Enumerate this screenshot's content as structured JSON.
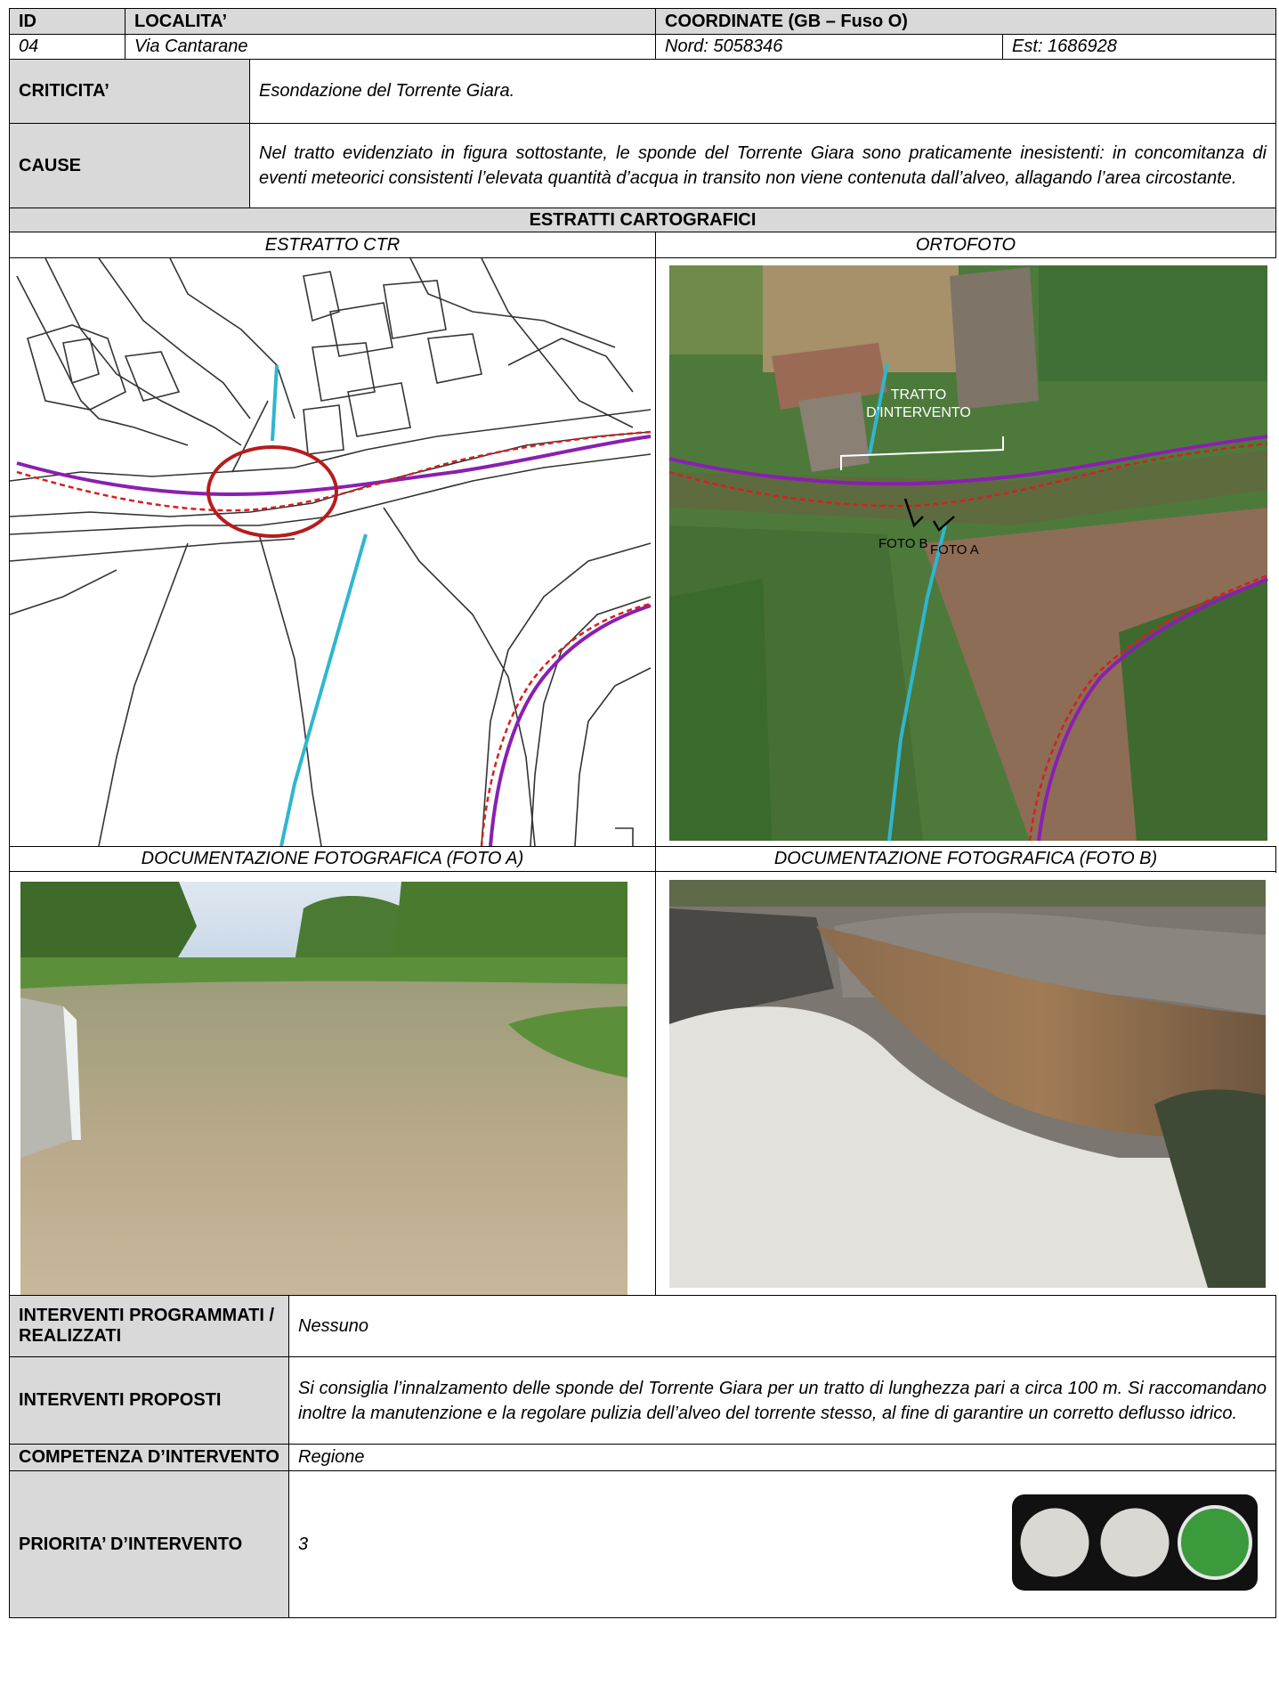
{
  "header": {
    "id_label": "ID",
    "localita_label": "LOCALITA’",
    "coordinate_label": "COORDINATE (GB – Fuso O)",
    "id_value": "04",
    "localita_value": "Via Cantarane",
    "nord_value": "Nord: 5058346",
    "est_value": "Est: 1686928"
  },
  "criticita": {
    "label": "CRITICITA’",
    "value": "Esondazione del Torrente Giara."
  },
  "cause": {
    "label": "CAUSE",
    "value": "Nel tratto evidenziato in figura sottostante, le sponde del Torrente Giara sono praticamente inesistenti: in concomitanza di eventi meteorici consistenti l’elevata quantità d’acqua in transito non viene contenuta dall’alveo, allagando l’area circostante."
  },
  "estratti": {
    "title": "ESTRATTI CARTOGRAFICI",
    "ctr_label": "ESTRATTO CTR",
    "orto_label": "ORTOFOTO",
    "orto_annotations": {
      "tratto_line1": "TRATTO",
      "tratto_line2": "D’INTERVENTO",
      "foto_b": "FOTO B",
      "foto_a": "FOTO A"
    }
  },
  "documentazione": {
    "foto_a_label": "DOCUMENTAZIONE FOTOGRAFICA (FOTO A)",
    "foto_b_label": "DOCUMENTAZIONE FOTOGRAFICA (FOTO B)"
  },
  "interventi": {
    "programmati_label": "INTERVENTI PROGRAMMATI / REALIZZATI",
    "programmati_value": "Nessuno",
    "proposti_label": "INTERVENTI PROPOSTI",
    "proposti_value": "Si consiglia l’innalzamento delle sponde del Torrente Giara per un tratto di lunghezza pari a circa 100 m. Si raccomandano inoltre la manutenzione e la regolare pulizia dell’alveo del torrente stesso, al fine di garantire un corretto deflusso idrico.",
    "competenza_label": "COMPETENZA D’INTERVENTO",
    "competenza_value": "Regione",
    "priorita_label": "PRIORITA’ D’INTERVENTO",
    "priorita_value": "3"
  },
  "traffic_light": {
    "lights": [
      "off",
      "off",
      "green"
    ],
    "green_color": "#3a9a3c",
    "off_color": "#d9d8d2"
  }
}
